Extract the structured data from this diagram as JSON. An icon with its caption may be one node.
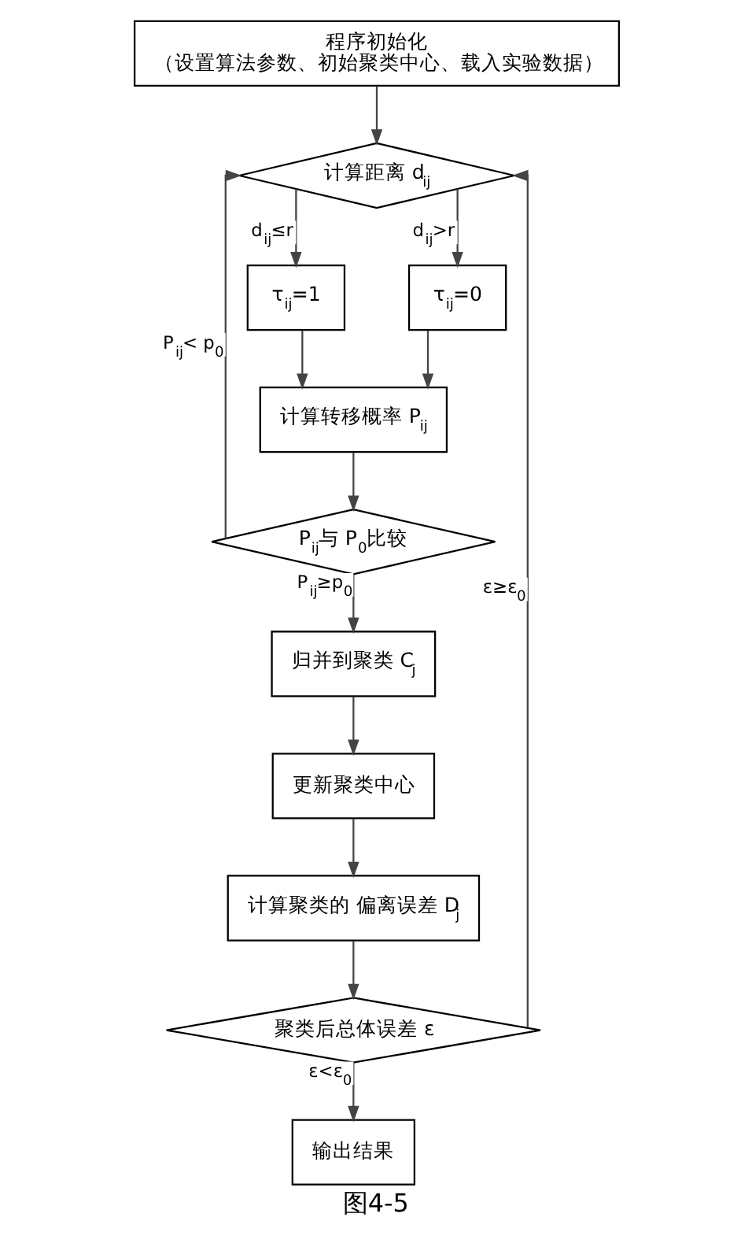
{
  "diagram": {
    "caption": "图4-5",
    "nodes": [
      {
        "text": [
          "程序初始化",
          "（设置算法参数、初始聚类中心、载入实验数据）"
        ]
      },
      {
        "text": [
          "计算距离 d$_{ij}$"
        ]
      },
      {
        "text": [
          "τ$_{ij}$=1"
        ]
      },
      {
        "text": [
          "τ$_{ij}$=0"
        ]
      },
      {
        "text": [
          "计算转移概率 P$_{ij}$"
        ]
      },
      {
        "text": [
          "P$_{ij}$与 P$_{0}$比较"
        ]
      },
      {
        "text": [
          "归并到聚类 C$_{j}$"
        ]
      },
      {
        "text": [
          "更新聚类中心"
        ]
      },
      {
        "text": [
          "计算聚类的 偏离误差 D$_{j}$"
        ]
      },
      {
        "text": [
          "聚类后总体误差 ε"
        ]
      },
      {
        "text": [
          "输出结果"
        ]
      }
    ],
    "edges": [
      {
        "from": 0,
        "to": 1,
        "arrow": "to"
      },
      {
        "from": 1,
        "to": 2,
        "arrow": "to",
        "label": "d$_{ij}$≤r"
      },
      {
        "from": 1,
        "to": 3,
        "arrow": "to",
        "label": "d$_{ij}$>r"
      },
      {
        "from": 2,
        "to": 4,
        "arrow": "to"
      },
      {
        "from": 3,
        "to": 4,
        "arrow": "to"
      },
      {
        "from": 4,
        "to": 5,
        "arrow": "to"
      },
      {
        "from": 5,
        "to": 1,
        "arrow": "to",
        "label": "P$_{ij}$< p$_{0}$"
      },
      {
        "from": 5,
        "to": 6,
        "arrow": "to",
        "label": "P$_{ij}$≥p$_{0}$"
      },
      {
        "from": 6,
        "to": 7,
        "arrow": "to"
      },
      {
        "from": 7,
        "to": 8,
        "arrow": "to"
      },
      {
        "from": 8,
        "to": 9,
        "arrow": "to"
      },
      {
        "from": 9,
        "to": 1,
        "arrow": "to",
        "label": "ε≥ε$_{0}$"
      },
      {
        "from": 9,
        "to": 10,
        "arrow": "to",
        "label": "ε<ε$_{0}$"
      }
    ]
  }
}
